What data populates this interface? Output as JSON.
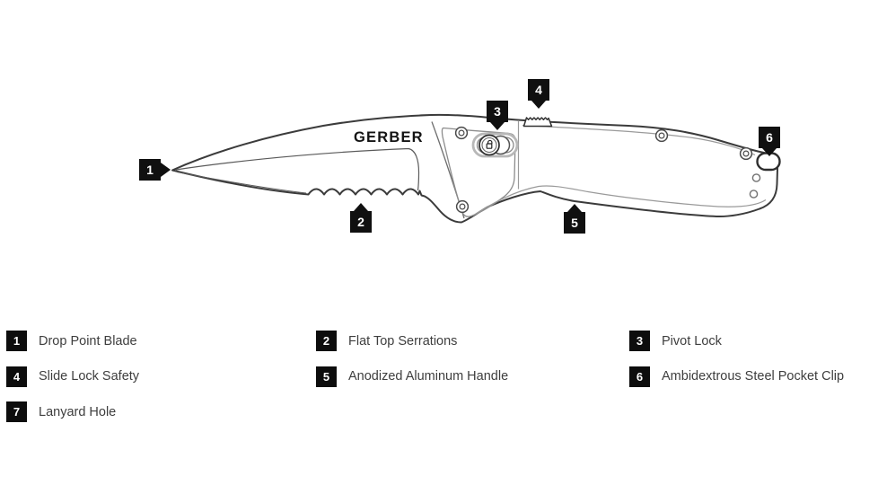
{
  "brand": {
    "wordmark": "GERBER"
  },
  "legend": {
    "items": [
      {
        "num": "1",
        "label": "Drop Point Blade"
      },
      {
        "num": "2",
        "label": "Flat Top Serrations"
      },
      {
        "num": "3",
        "label": "Pivot Lock"
      },
      {
        "num": "4",
        "label": "Slide Lock Safety"
      },
      {
        "num": "5",
        "label": "Anodized Aluminum Handle"
      },
      {
        "num": "6",
        "label": "Ambidextrous Steel Pocket Clip"
      },
      {
        "num": "7",
        "label": "Lanyard Hole"
      }
    ]
  },
  "colors": {
    "marker_bg": "#101010",
    "marker_text": "#ffffff",
    "label_text": "#3e3e3e",
    "outline": "#3b3b3b",
    "inner_line": "#9a9a9a",
    "background": "#ffffff"
  }
}
